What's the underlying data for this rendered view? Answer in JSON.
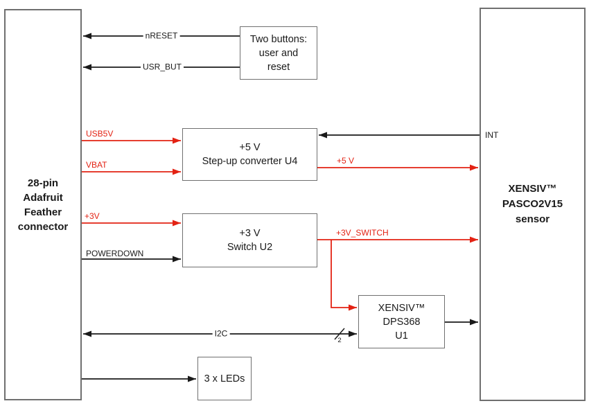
{
  "colors": {
    "signal_red": "#e32213",
    "wire_black": "#1a1a1a",
    "box_border": "#6f6f6f"
  },
  "boxes": {
    "connector": {
      "lines": [
        "28-pin",
        "Adafruit",
        "Feather",
        "connector"
      ]
    },
    "sensor": {
      "lines": [
        "XENSIV™",
        "PASCO2V15",
        "sensor"
      ]
    },
    "buttons": {
      "lines": [
        "Two buttons:",
        "user and",
        "reset"
      ]
    },
    "stepup": {
      "lines": [
        "+5 V",
        "Step-up converter U4"
      ]
    },
    "switch": {
      "lines": [
        "+3 V",
        "Switch U2"
      ]
    },
    "dps368": {
      "lines": [
        "XENSIV™",
        "DPS368",
        "U1"
      ]
    },
    "leds": {
      "label": "3 x LEDs"
    }
  },
  "signals": {
    "nreset": "nRESET",
    "usr_but": "USR_BUT",
    "usb5v": "USB5V",
    "vbat": "VBAT",
    "int": "INT",
    "plus5v": "+5 V",
    "plus3v": "+3V",
    "powerdown": "POWERDOWN",
    "plus3v_switch": "+3V_SWITCH",
    "i2c": "I2C",
    "i2c_bus_width": "2"
  }
}
